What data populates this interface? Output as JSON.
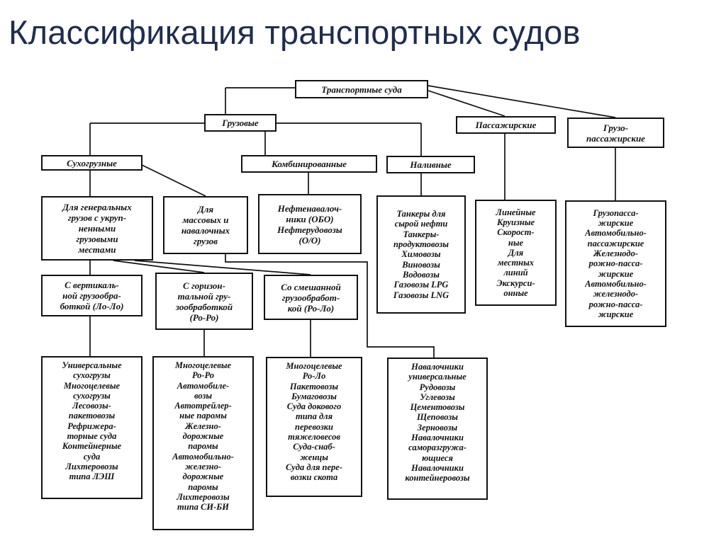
{
  "title": "Классификация транспортных судов",
  "diagram": {
    "root": [
      "Транспортные суда"
    ],
    "cargo": [
      "Грузовые"
    ],
    "passenger": [
      "Пассажирские"
    ],
    "cargo_passenger": [
      "Грузо-",
      "пассажирские"
    ],
    "dry_cargo": [
      "Сухогрузные"
    ],
    "combined": [
      "Комбинированные"
    ],
    "liquid": [
      "Наливные"
    ],
    "general_cargo": [
      "Для генеральных",
      "грузов с укруп-",
      "ненными",
      "грузовыми",
      "местами"
    ],
    "bulk": [
      "Для",
      "массовых и",
      "навалочных",
      "грузов"
    ],
    "combined_types": [
      "Нефтенавалоч-",
      "ники (ОБО)",
      "Нефтерудовозы",
      "(О/О)"
    ],
    "tankers": [
      "Танкеры для",
      "сырой нефти",
      "Танкеры-",
      "продуктовозы",
      "Химовозы",
      "Виновозы",
      "Водовозы",
      "Газовозы LPG",
      "Газовозы LNG"
    ],
    "passenger_types": [
      "Линейные",
      "Круизные",
      "Скорост-",
      "ные",
      "Для",
      "местных",
      "линий",
      "Экскурси-",
      "онные"
    ],
    "cargo_passenger_types": [
      "Грузопасса-",
      "жирские",
      "Автомобильно-",
      "пассажирские",
      "Железнодо-",
      "рожно-пасса-",
      "жирские",
      "Автомобильно-",
      "железнодо-",
      "рожно-пасса-",
      "жирские"
    ],
    "lolo": [
      "С вертикаль-",
      "ной грузообра-",
      "боткой (Ло-Ло)"
    ],
    "roro": [
      "С горизон-",
      "тальной гру-",
      "зообработкой",
      "(Ро-Ро)"
    ],
    "mixed": [
      "Со смешанной",
      "грузообработ-",
      "кой (Ро-Ло)"
    ],
    "lolo_types": [
      "Универсальные",
      "сухогрузы",
      "Многоцелевые",
      "сухогрузы",
      "Лесовозы-",
      "пакетовозы",
      "Рефрижера-",
      "торные суда",
      "Контейнерные",
      "суда",
      "Лихтеровозы",
      "типа ЛЭШ"
    ],
    "roro_types": [
      "Многоцелевые",
      "Ро-Ро",
      "Автомобиле-",
      "возы",
      "Автотрейлер-",
      "ные паромы",
      "Железно-",
      "дорожные",
      "паромы",
      "Автомобильно-",
      "железно-",
      "дорожные",
      "паромы",
      "Лихтеровозы",
      "типа СИ-БИ"
    ],
    "mixed_types": [
      "Многоцелевые",
      "Ро-Ло",
      "Пакетовозы",
      "Бумаговозы",
      "Суда докового",
      "типа для",
      "перевозки",
      "тяжеловесов",
      "Суда-снаб-",
      "женцы",
      "Суда для пере-",
      "возки скота"
    ],
    "bulk_types": [
      "Навалочники",
      "универсальные",
      "Рудовозы",
      "Углевозы",
      "Цементовозы",
      "Щеповозы",
      "Зерновозы",
      "Навалочники",
      "саморазгружа-",
      "ющиеся",
      "Навалочники",
      "контейнеровозы"
    ]
  }
}
